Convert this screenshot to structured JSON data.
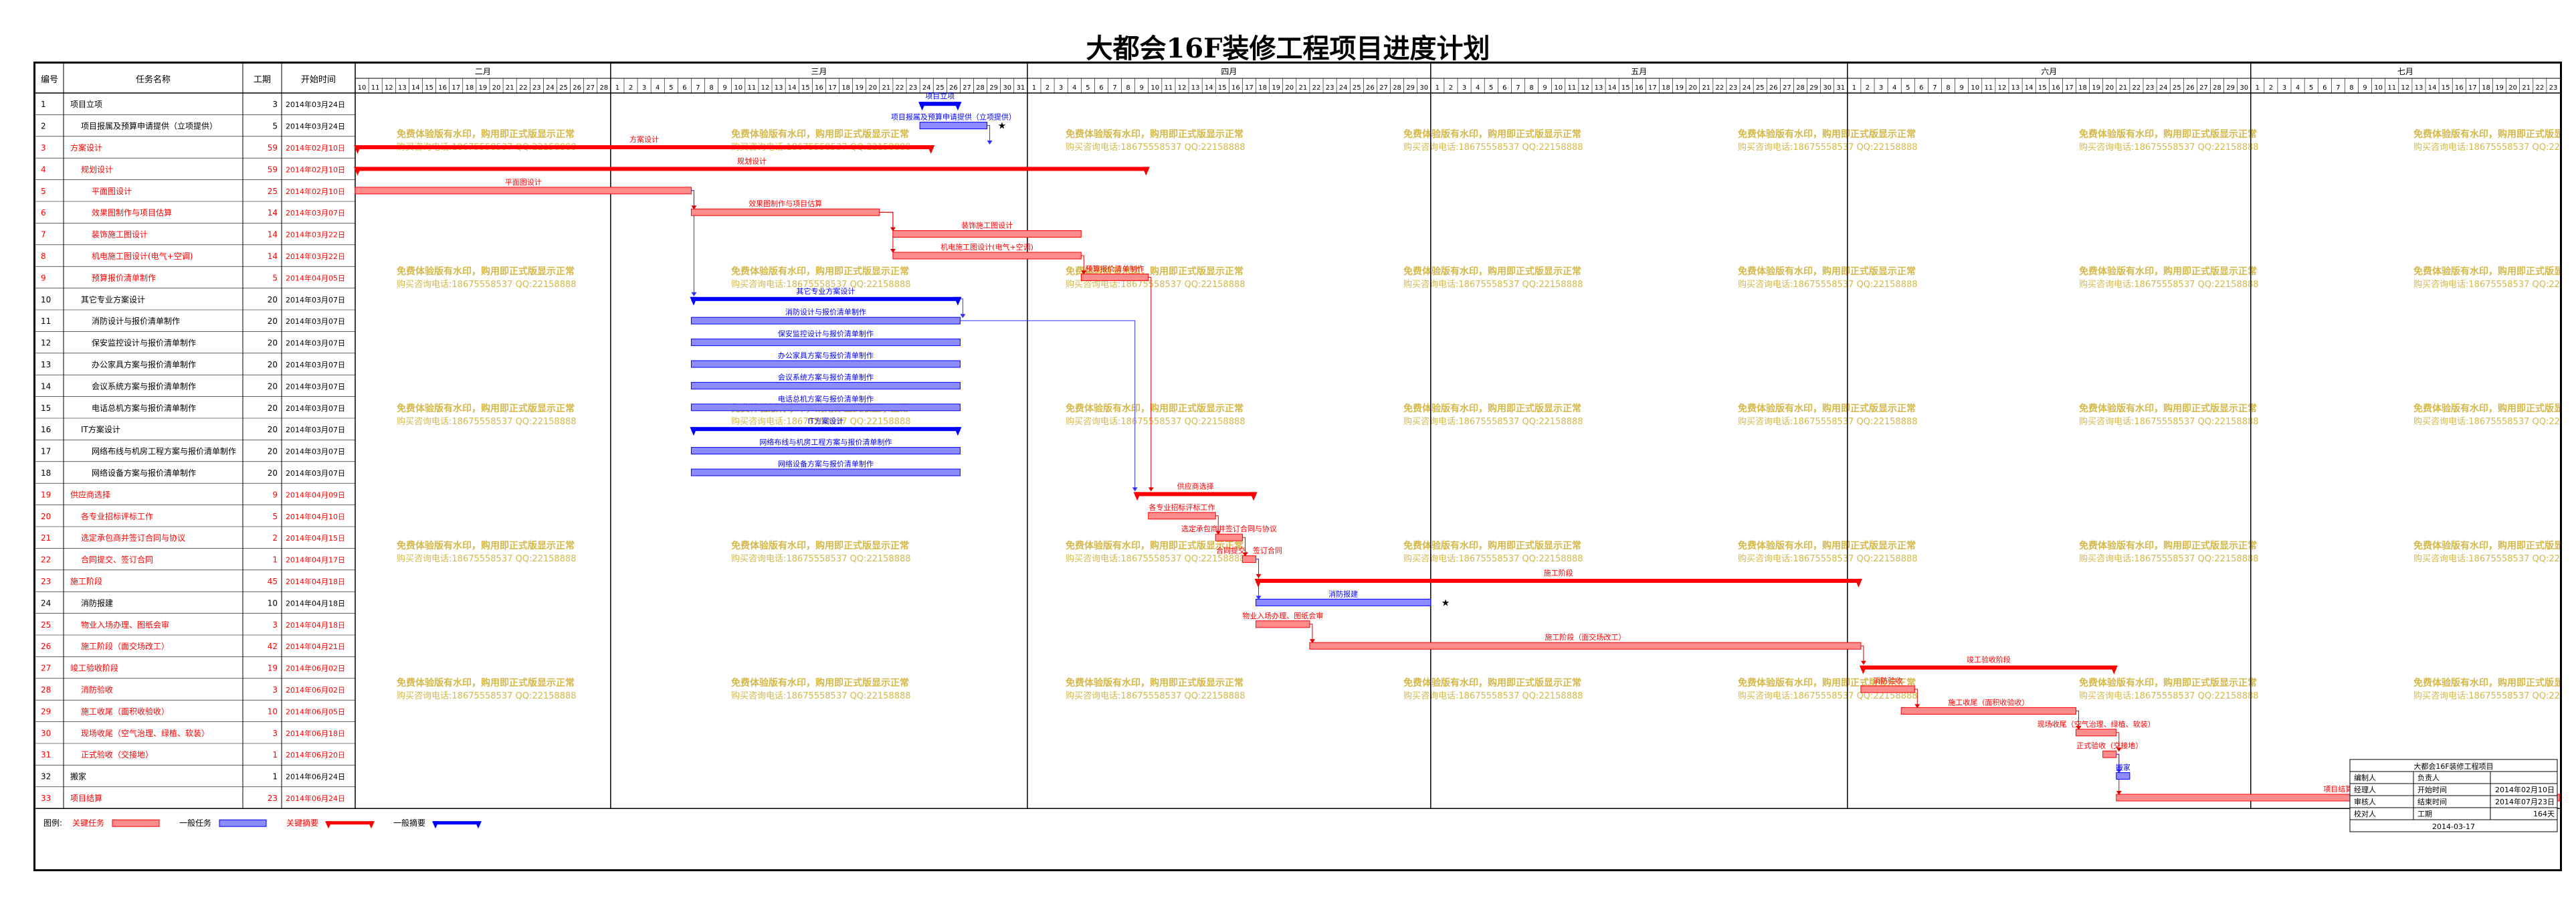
{
  "title": "大都会16F装修工程项目进度计划",
  "table_header": {
    "num": "编号",
    "name": "任务名称",
    "dur": "工期",
    "start": "开始时间"
  },
  "months": [
    {
      "label": "二月",
      "days": [
        10,
        11,
        12,
        13,
        14,
        15,
        16,
        17,
        18,
        19,
        20,
        21,
        22,
        23,
        24,
        25,
        26,
        27,
        28
      ]
    },
    {
      "label": "三月",
      "days": [
        1,
        2,
        3,
        4,
        5,
        6,
        7,
        8,
        9,
        10,
        11,
        12,
        13,
        14,
        15,
        16,
        17,
        18,
        19,
        20,
        21,
        22,
        23,
        24,
        25,
        26,
        27,
        28,
        29,
        30,
        31
      ]
    },
    {
      "label": "四月",
      "days": [
        1,
        2,
        3,
        4,
        5,
        6,
        7,
        8,
        9,
        10,
        11,
        12,
        13,
        14,
        15,
        16,
        17,
        18,
        19,
        20,
        21,
        22,
        23,
        24,
        25,
        26,
        27,
        28,
        29,
        30
      ]
    },
    {
      "label": "五月",
      "days": [
        1,
        2,
        3,
        4,
        5,
        6,
        7,
        8,
        9,
        10,
        11,
        12,
        13,
        14,
        15,
        16,
        17,
        18,
        19,
        20,
        21,
        22,
        23,
        24,
        25,
        26,
        27,
        28,
        29,
        30,
        31
      ]
    },
    {
      "label": "六月",
      "days": [
        1,
        2,
        3,
        4,
        5,
        6,
        7,
        8,
        9,
        10,
        11,
        12,
        13,
        14,
        15,
        16,
        17,
        18,
        19,
        20,
        21,
        22,
        23,
        24,
        25,
        26,
        27,
        28,
        29,
        30
      ]
    },
    {
      "label": "七月",
      "days": [
        1,
        2,
        3,
        4,
        5,
        6,
        7,
        8,
        9,
        10,
        11,
        12,
        13,
        14,
        15,
        16,
        17,
        18,
        19,
        20,
        21,
        22,
        23
      ]
    }
  ],
  "watermark": {
    "line1": "免费体验版有水印，购用即正式版显示正常",
    "line2": "购买咨询电话:18675558537 QQ:22158888"
  },
  "legend": {
    "label": "图例:",
    "items": [
      {
        "text": "关键任务",
        "kind": "crit-task"
      },
      {
        "text": "一般任务",
        "kind": "task"
      },
      {
        "text": "关键摘要",
        "kind": "crit-sum"
      },
      {
        "text": "一般摘要",
        "kind": "sum"
      }
    ]
  },
  "info_box": {
    "title": "大都会16F装修工程项目",
    "rows": [
      [
        "编制人",
        "负责人"
      ],
      [
        "经理人",
        "开始时间",
        "2014年02月10日"
      ],
      [
        "审核人",
        "结束时间",
        "2014年07月23日"
      ],
      [
        "校对人",
        "工期",
        "164天"
      ]
    ],
    "date": "2014-03-17"
  },
  "colors": {
    "critical": "#ff0000",
    "normal": "#0000ff",
    "critical_fill": "#ff8c8c",
    "normal_fill": "#8c8cff",
    "grid": "#000000",
    "watermark": "#d4b84a",
    "link_blue": "#3030ff",
    "link_red": "#e00000"
  },
  "chart_data": {
    "type": "gantt",
    "axis_start": "2014-02-10",
    "axis_end": "2014-07-23",
    "tasks": [
      {
        "id": 1,
        "name": "项目立项",
        "dur": 3,
        "start": "2014年03月24日",
        "s": "2014-03-24",
        "e": "2014-03-26",
        "kind": "sum",
        "label": "项目立项",
        "indent": 0
      },
      {
        "id": 2,
        "name": "项目报属及预算申请提供（立项提供）",
        "dur": 5,
        "start": "2014年03月24日",
        "s": "2014-03-24",
        "e": "2014-03-28",
        "kind": "task",
        "label": "项目报属及预算申请提供（立项提供）",
        "indent": 1,
        "mark": true
      },
      {
        "id": 3,
        "name": "方案设计",
        "dur": 59,
        "start": "2014年02月10日",
        "s": "2014-02-10",
        "e": "2014-03-24",
        "kind": "crit-sum",
        "label": "方案设计",
        "indent": 0
      },
      {
        "id": 4,
        "name": "规划设计",
        "dur": 59,
        "start": "2014年02月10日",
        "s": "2014-02-10",
        "e": "2014-04-09",
        "kind": "crit-sum",
        "label": "规划设计",
        "indent": 1
      },
      {
        "id": 5,
        "name": "平面图设计",
        "dur": 25,
        "start": "2014年02月10日",
        "s": "2014-02-10",
        "e": "2014-03-06",
        "kind": "crit-task",
        "label": "平面图设计",
        "indent": 2
      },
      {
        "id": 6,
        "name": "效果图制作与项目估算",
        "dur": 14,
        "start": "2014年03月07日",
        "s": "2014-03-07",
        "e": "2014-03-20",
        "kind": "crit-task",
        "label": "效果图制作与项目估算",
        "indent": 2
      },
      {
        "id": 7,
        "name": "装饰施工图设计",
        "dur": 14,
        "start": "2014年03月22日",
        "s": "2014-03-22",
        "e": "2014-04-04",
        "kind": "crit-task",
        "label": "装饰施工图设计",
        "indent": 2
      },
      {
        "id": 8,
        "name": "机电施工图设计(电气+空调)",
        "dur": 14,
        "start": "2014年03月22日",
        "s": "2014-03-22",
        "e": "2014-04-04",
        "kind": "crit-task",
        "label": "机电施工图设计(电气+空调)",
        "indent": 2
      },
      {
        "id": 9,
        "name": "预算报价清单制作",
        "dur": 5,
        "start": "2014年04月05日",
        "s": "2014-04-05",
        "e": "2014-04-09",
        "kind": "crit-task",
        "label": "预算报价清单制作",
        "indent": 2
      },
      {
        "id": 10,
        "name": "其它专业方案设计",
        "dur": 20,
        "start": "2014年03月07日",
        "s": "2014-03-07",
        "e": "2014-03-26",
        "kind": "sum",
        "label": "其它专业方案设计",
        "indent": 1
      },
      {
        "id": 11,
        "name": "消防设计与报价清单制作",
        "dur": 20,
        "start": "2014年03月07日",
        "s": "2014-03-07",
        "e": "2014-03-26",
        "kind": "task",
        "label": "消防设计与报价清单制作",
        "indent": 2
      },
      {
        "id": 12,
        "name": "保安监控设计与报价清单制作",
        "dur": 20,
        "start": "2014年03月07日",
        "s": "2014-03-07",
        "e": "2014-03-26",
        "kind": "task",
        "label": "保安监控设计与报价清单制作",
        "indent": 2
      },
      {
        "id": 13,
        "name": "办公家具方案与报价清单制作",
        "dur": 20,
        "start": "2014年03月07日",
        "s": "2014-03-07",
        "e": "2014-03-26",
        "kind": "task",
        "label": "办公家具方案与报价清单制作",
        "indent": 2
      },
      {
        "id": 14,
        "name": "会议系统方案与报价清单制作",
        "dur": 20,
        "start": "2014年03月07日",
        "s": "2014-03-07",
        "e": "2014-03-26",
        "kind": "task",
        "label": "会议系统方案与报价清单制作",
        "indent": 2
      },
      {
        "id": 15,
        "name": "电话总机方案与报价清单制作",
        "dur": 20,
        "start": "2014年03月07日",
        "s": "2014-03-07",
        "e": "2014-03-26",
        "kind": "task",
        "label": "电话总机方案与报价清单制作",
        "indent": 2
      },
      {
        "id": 16,
        "name": "IT方案设计",
        "dur": 20,
        "start": "2014年03月07日",
        "s": "2014-03-07",
        "e": "2014-03-26",
        "kind": "sum",
        "label": "IT方案设计",
        "indent": 1
      },
      {
        "id": 17,
        "name": "网络布线与机房工程方案与报价清单制作",
        "dur": 20,
        "start": "2014年03月07日",
        "s": "2014-03-07",
        "e": "2014-03-26",
        "kind": "task",
        "label": "网络布线与机房工程方案与报价清单制作",
        "indent": 2
      },
      {
        "id": 18,
        "name": "网络设备方案与报价清单制作",
        "dur": 20,
        "start": "2014年03月07日",
        "s": "2014-03-07",
        "e": "2014-03-26",
        "kind": "task",
        "label": "网络设备方案与报价清单制作",
        "indent": 2
      },
      {
        "id": 19,
        "name": "供应商选择",
        "dur": 9,
        "start": "2014年04月09日",
        "s": "2014-04-09",
        "e": "2014-04-17",
        "kind": "crit-sum",
        "label": "供应商选择",
        "indent": 0
      },
      {
        "id": 20,
        "name": "各专业招标评标工作",
        "dur": 5,
        "start": "2014年04月10日",
        "s": "2014-04-10",
        "e": "2014-04-14",
        "kind": "crit-task",
        "label": "各专业招标评标工作",
        "indent": 1
      },
      {
        "id": 21,
        "name": "选定承包商并签订合同与协议",
        "dur": 2,
        "start": "2014年04月15日",
        "s": "2014-04-15",
        "e": "2014-04-16",
        "kind": "crit-task",
        "label": "选定承包商并签订合同与协议",
        "indent": 1
      },
      {
        "id": 22,
        "name": "合同提交、签订合同",
        "dur": 1,
        "start": "2014年04月17日",
        "s": "2014-04-17",
        "e": "2014-04-17",
        "kind": "crit-task",
        "label": "合同提交、签订合同",
        "indent": 1
      },
      {
        "id": 23,
        "name": "施工阶段",
        "dur": 45,
        "start": "2014年04月18日",
        "s": "2014-04-18",
        "e": "2014-06-01",
        "kind": "crit-sum",
        "label": "施工阶段",
        "indent": 0
      },
      {
        "id": 24,
        "name": "消防报建",
        "dur": 10,
        "start": "2014年04月18日",
        "s": "2014-04-18",
        "e": "2014-04-30",
        "kind": "task",
        "label": "消防报建",
        "indent": 1,
        "mark": true
      },
      {
        "id": 25,
        "name": "物业入场办理、图纸会审",
        "dur": 3,
        "start": "2014年04月18日",
        "s": "2014-04-18",
        "e": "2014-04-21",
        "kind": "crit-task",
        "label": "物业入场办理、图纸会审",
        "indent": 1
      },
      {
        "id": 26,
        "name": "施工阶段（面交场改工）",
        "dur": 42,
        "start": "2014年04月21日",
        "s": "2014-04-22",
        "e": "2014-06-01",
        "kind": "crit-task",
        "label": "施工阶段（面交场改工）",
        "indent": 1
      },
      {
        "id": 27,
        "name": "竣工验收阶段",
        "dur": 19,
        "start": "2014年06月02日",
        "s": "2014-06-02",
        "e": "2014-06-20",
        "kind": "crit-sum",
        "label": "竣工验收阶段",
        "indent": 0
      },
      {
        "id": 28,
        "name": "消防验收",
        "dur": 3,
        "start": "2014年06月02日",
        "s": "2014-06-02",
        "e": "2014-06-05",
        "kind": "crit-task",
        "label": "消防验收",
        "indent": 1
      },
      {
        "id": 29,
        "name": "施工收尾（面积收验收）",
        "dur": 10,
        "start": "2014年06月05日",
        "s": "2014-06-05",
        "e": "2014-06-17",
        "kind": "crit-task",
        "label": "施工收尾（面积收验收）",
        "indent": 1
      },
      {
        "id": 30,
        "name": "现场收尾（空气治理、绿植、软装）",
        "dur": 3,
        "start": "2014年06月18日",
        "s": "2014-06-18",
        "e": "2014-06-20",
        "kind": "crit-task",
        "label": "现场收尾（空气治理、绿植、软装）",
        "indent": 1
      },
      {
        "id": 31,
        "name": "正式验收（交接地）",
        "dur": 1,
        "start": "2014年06月20日",
        "s": "2014-06-20",
        "e": "2014-06-20",
        "kind": "crit-task",
        "label": "正式验收（交接地）",
        "indent": 1
      },
      {
        "id": 32,
        "name": "搬家",
        "dur": 1,
        "start": "2014年06月24日",
        "s": "2014-06-21",
        "e": "2014-06-21",
        "kind": "task",
        "label": "搬家",
        "indent": 0
      },
      {
        "id": 33,
        "name": "项目结算",
        "dur": 23,
        "start": "2014年06月24日",
        "s": "2014-06-21",
        "e": "2014-07-23",
        "kind": "crit-task",
        "label": "项目结算",
        "indent": 0
      }
    ]
  }
}
